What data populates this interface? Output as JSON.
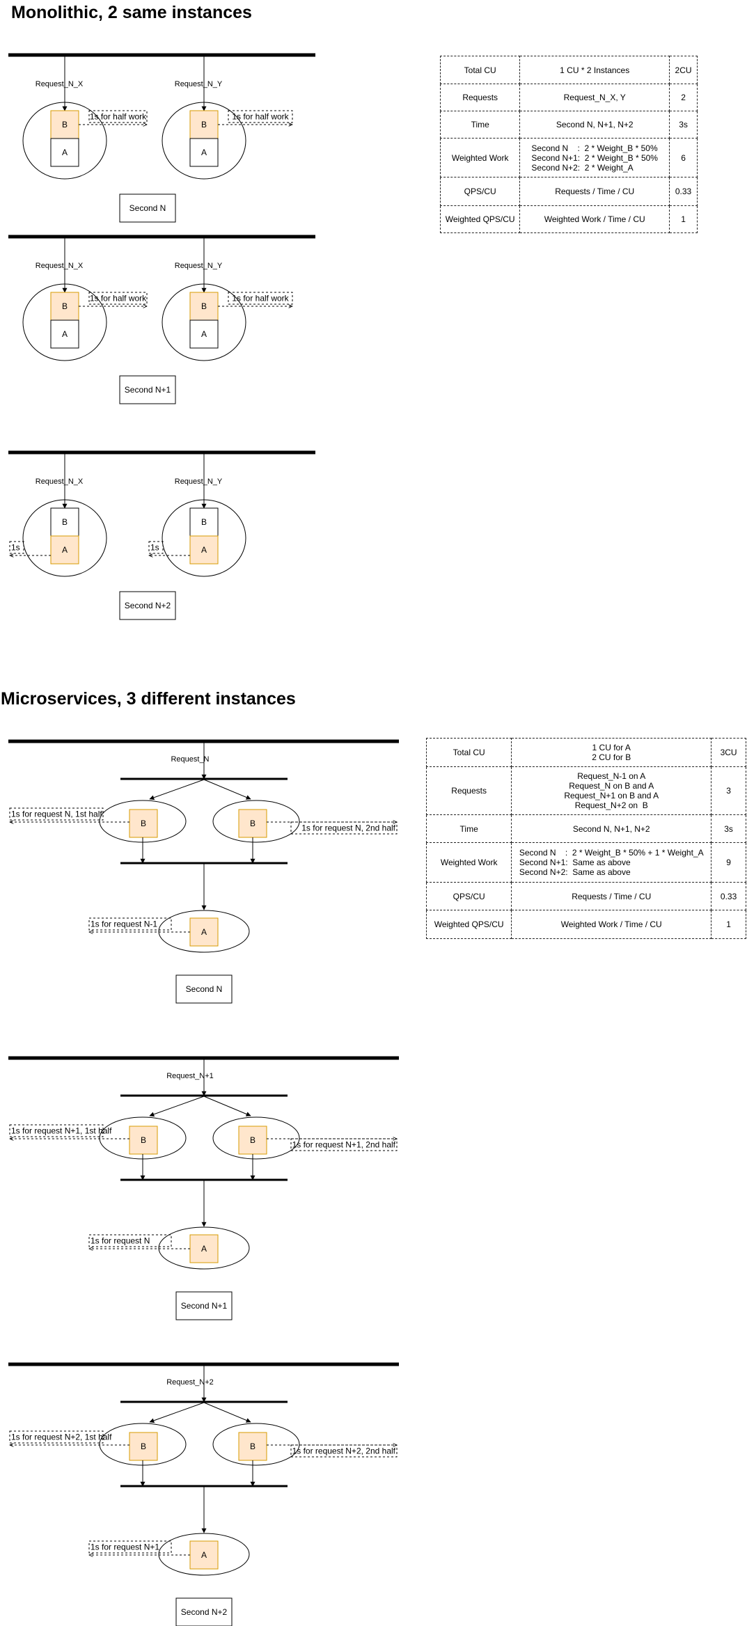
{
  "sections": {
    "monolithic_title": "Monolithic, 2 same instances",
    "micro_title": "Microservices, 3 different instances"
  },
  "labels": {
    "a": "A",
    "b": "B",
    "half_work": "1s for half work",
    "one_s": "1s",
    "req_n_x": "Request_N_X",
    "req_n_y": "Request_N_Y",
    "req_n": "Request_N",
    "req_n1": "Request_N+1",
    "req_n2": "Request_N+2",
    "second_n": "Second N",
    "second_n1": "Second N+1",
    "second_n2": "Second N+2",
    "m1_left": "1s for request N, 1st half",
    "m1_right": "1s for request N, 2nd half",
    "m1_a": "1s for request N-1",
    "m2_left": "1s for request N+1, 1st half",
    "m2_right": "1s for request N+1, 2nd half",
    "m2_a": "1s for request N",
    "m3_left": "1s for request N+2, 1st half",
    "m3_right": "1s for request N+2, 2nd half",
    "m3_a": "1s for request N+1"
  },
  "colors": {
    "active_fill": "#ffe6cc",
    "active_stroke": "#d79b00",
    "line": "#000000"
  },
  "mono_table": [
    {
      "label": "Total CU",
      "formula": "1 CU * 2 Instances",
      "value": "2CU"
    },
    {
      "label": "Requests",
      "formula": "Request_N_X, Y",
      "value": "2"
    },
    {
      "label": "Time",
      "formula": "Second N, N+1, N+2",
      "value": "3s"
    },
    {
      "label": "Weighted Work",
      "formula": "Second N    :  2 * Weight_B * 50%\nSecond N+1:  2 * Weight_B * 50%\nSecond N+2:  2 * Weight_A",
      "value": "6"
    },
    {
      "label": "QPS/CU",
      "formula": "Requests / Time / CU",
      "value": "0.33"
    },
    {
      "label": "Weighted QPS/CU",
      "formula": "Weighted Work / Time / CU",
      "value": "1"
    }
  ],
  "micro_table": [
    {
      "label": "Total CU",
      "formula": "1 CU for A\n2 CU for B",
      "value": "3CU"
    },
    {
      "label": "Requests",
      "formula": "Request_N-1 on A\nRequest_N on B and A\nRequest_N+1 on B and A\nRequest_N+2 on  B",
      "value": "3"
    },
    {
      "label": "Time",
      "formula": "Second N, N+1, N+2",
      "value": "3s"
    },
    {
      "label": "Weighted Work",
      "formula": "Second N    :  2 * Weight_B * 50% + 1 * Weight_A\nSecond N+1:  Same as above\nSecond N+2:  Same as above",
      "value": "9"
    },
    {
      "label": "QPS/CU",
      "formula": "Requests / Time / CU",
      "value": "0.33"
    },
    {
      "label": "Weighted QPS/CU",
      "formula": "Weighted Work / Time / CU",
      "value": "1"
    }
  ]
}
